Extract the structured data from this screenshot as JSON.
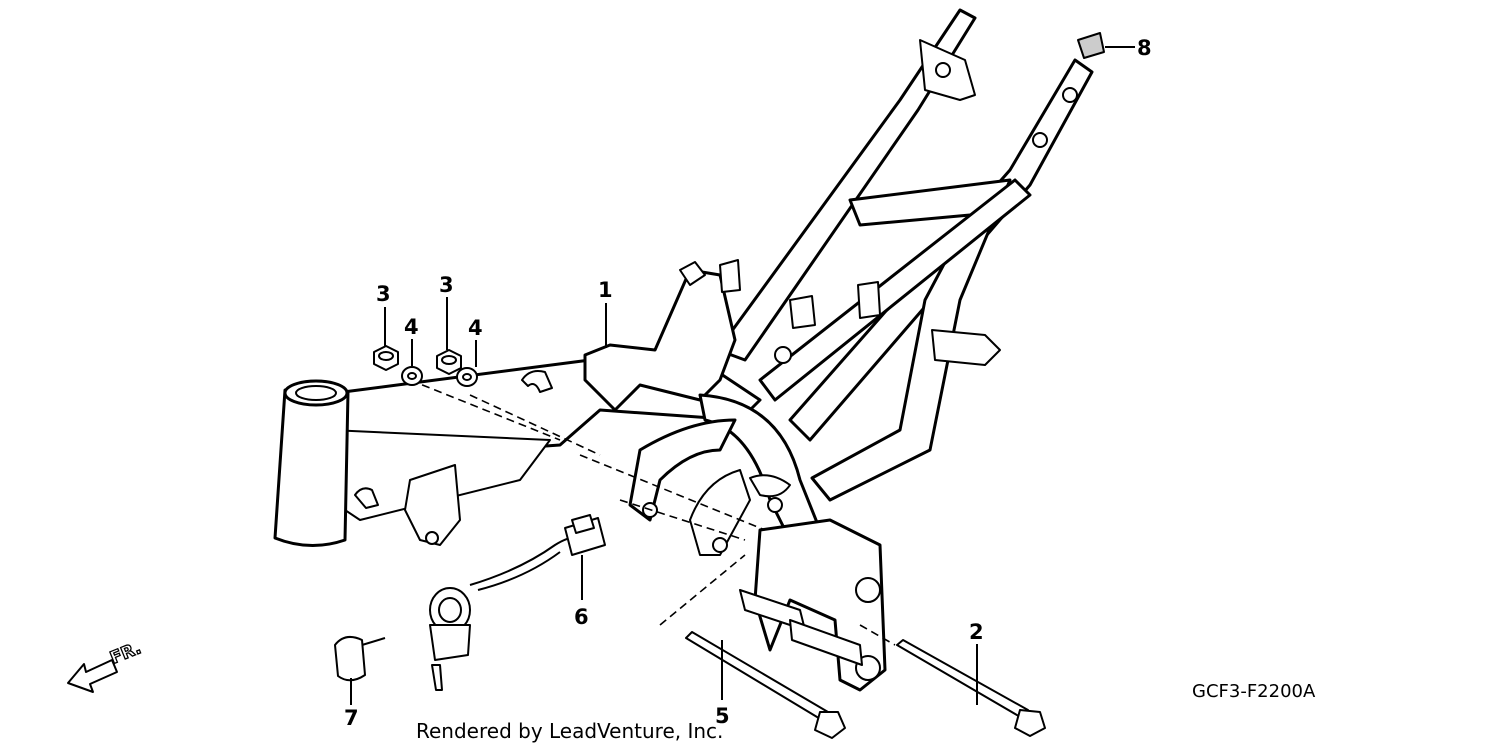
{
  "diagram": {
    "callouts": [
      {
        "id": "1",
        "label": "1"
      },
      {
        "id": "2",
        "label": "2"
      },
      {
        "id": "3a",
        "label": "3"
      },
      {
        "id": "3b",
        "label": "3"
      },
      {
        "id": "4a",
        "label": "4"
      },
      {
        "id": "4b",
        "label": "4"
      },
      {
        "id": "5",
        "label": "5"
      },
      {
        "id": "6",
        "label": "6"
      },
      {
        "id": "7",
        "label": "7"
      },
      {
        "id": "8",
        "label": "8"
      }
    ],
    "diagram_code": "GCF3-F2200A",
    "credit": "Rendered by LeadVenture, Inc.",
    "front_arrow": "FR."
  }
}
